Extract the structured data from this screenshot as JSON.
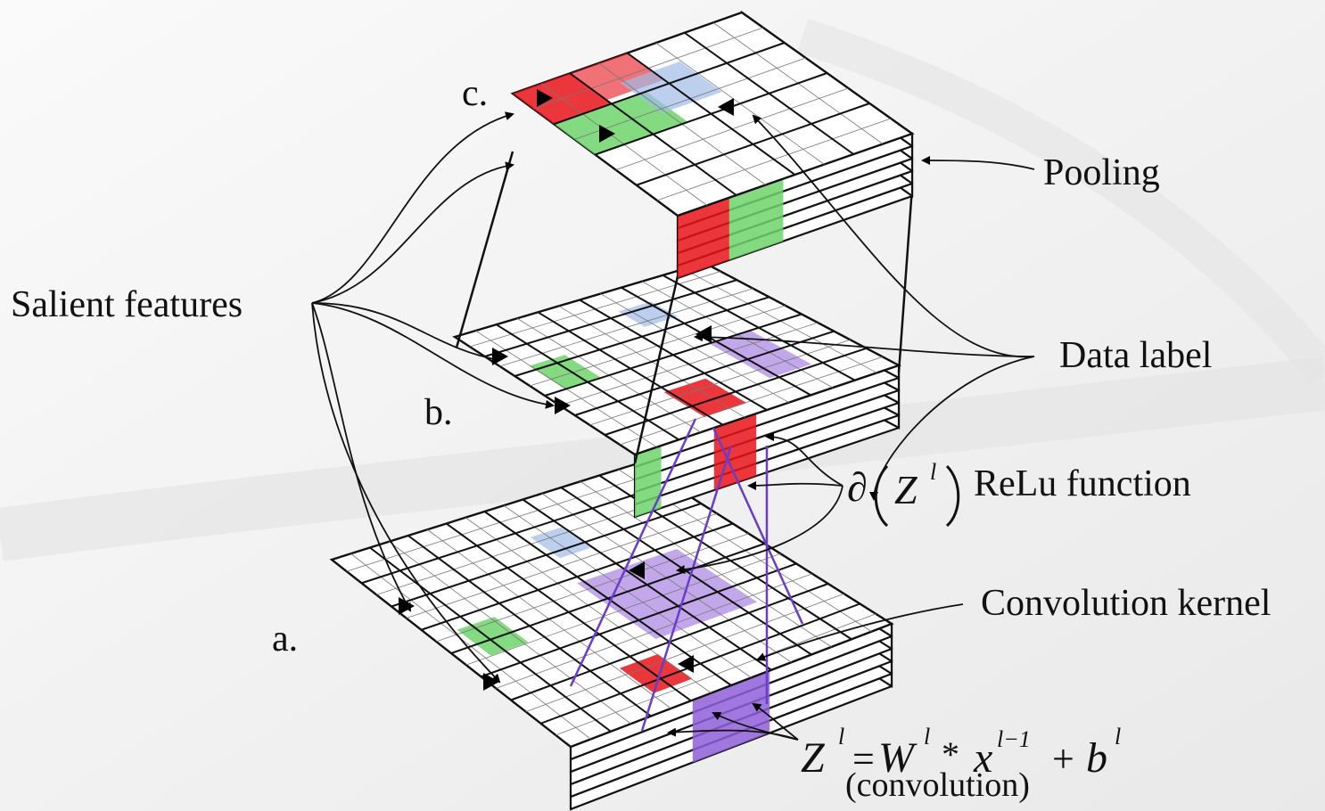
{
  "labels": {
    "salient_features": "Salient features",
    "pooling": "Pooling",
    "data_label": "Data label",
    "relu": "ReLu function",
    "convolution_kernel": "Convolution kernel",
    "convolution_note": "(convolution)",
    "layer_a": "a.",
    "layer_b": "b.",
    "layer_c": "c."
  },
  "formulas": {
    "relu_partial": "∂",
    "relu_Z": "Z",
    "relu_sup": "l",
    "conv_Z": "Z",
    "conv_Z_sup": "l",
    "conv_eq": "=",
    "conv_W": "W",
    "conv_W_sup": "l",
    "conv_star": "*",
    "conv_x": "x",
    "conv_x_sup": "l−1",
    "conv_plus": "+",
    "conv_b": "b",
    "conv_b_sup": "l"
  },
  "colors": {
    "red": "#e8141a",
    "green": "#6fd46a",
    "blue": "#9fbbe8",
    "purple": "#8f5fd8",
    "purple_line": "#6a3cc9",
    "grid": "#111111"
  }
}
